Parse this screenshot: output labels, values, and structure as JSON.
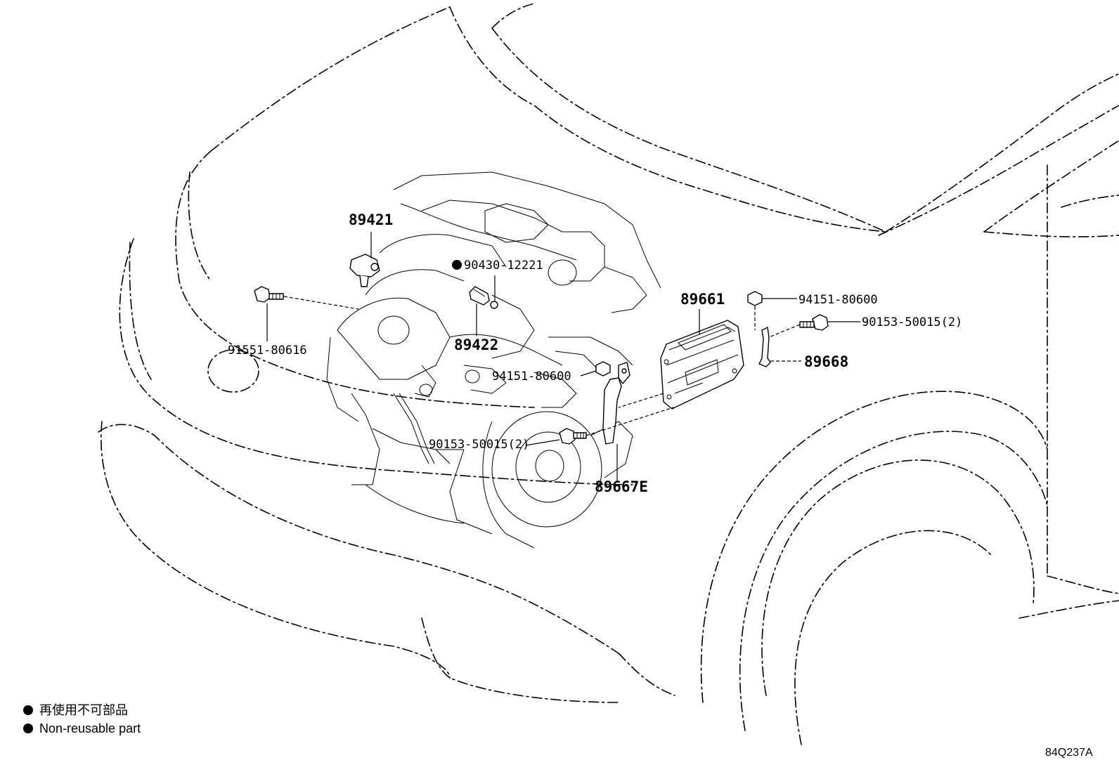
{
  "labels": {
    "p89421": "89421",
    "p90430": "90430-12221",
    "p89422": "89422",
    "p91551": "91551-80616",
    "p94151_center": "94151-80600",
    "p90153_center": "90153-50015(2)",
    "p89667E": "89667E",
    "p89661": "89661",
    "p94151_right": "94151-80600",
    "p90153_right": "90153-50015(2)",
    "p89668": "89668"
  },
  "legend": {
    "line1": "再使用不可部品",
    "line2": "Non-reusable part"
  },
  "figure_code": "84Q237A",
  "icons": {
    "non_reusable_marker": "filled-circle"
  }
}
